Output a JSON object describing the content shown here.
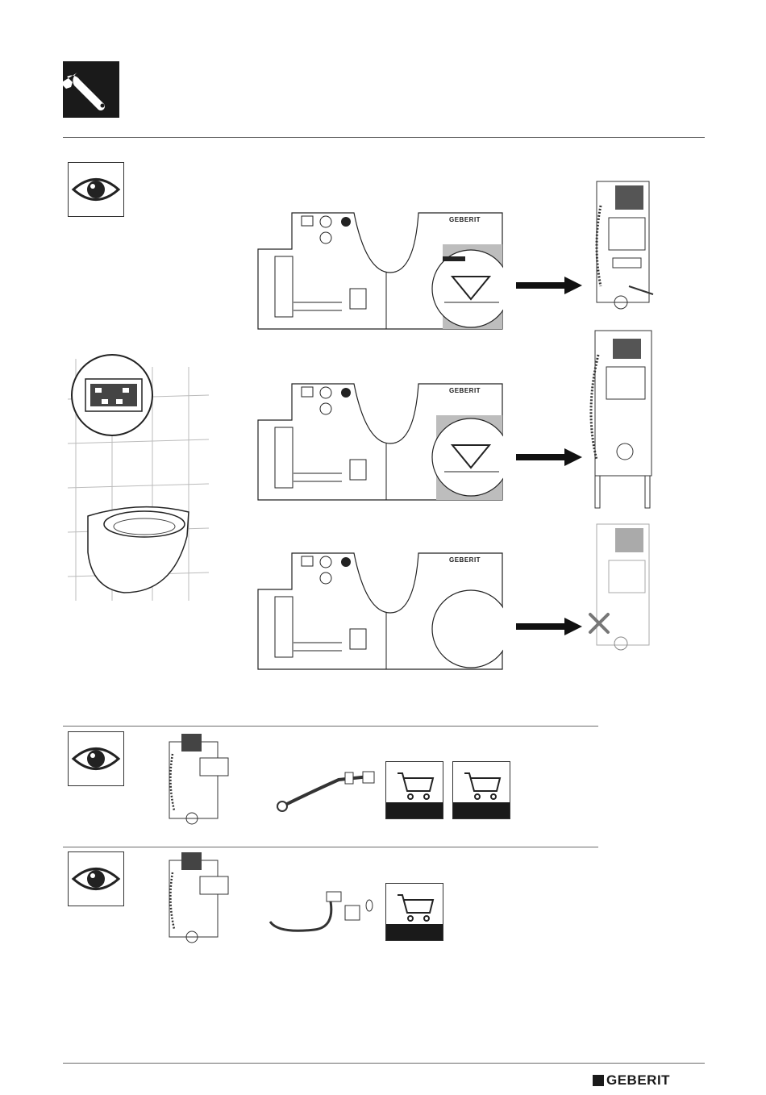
{
  "header": {
    "tool_icon": "wrench-icon"
  },
  "sheets": [
    {
      "brand": "GEBERIT",
      "variant": "grey-square"
    },
    {
      "brand": "GEBERIT",
      "variant": "grey-square"
    },
    {
      "brand": "GEBERIT",
      "variant": "empty-circle"
    }
  ],
  "sections": [
    {
      "icon": "eye-icon",
      "carts": 2
    },
    {
      "icon": "eye-icon",
      "carts": 1
    }
  ],
  "footer": {
    "brand": "GEBERIT"
  }
}
